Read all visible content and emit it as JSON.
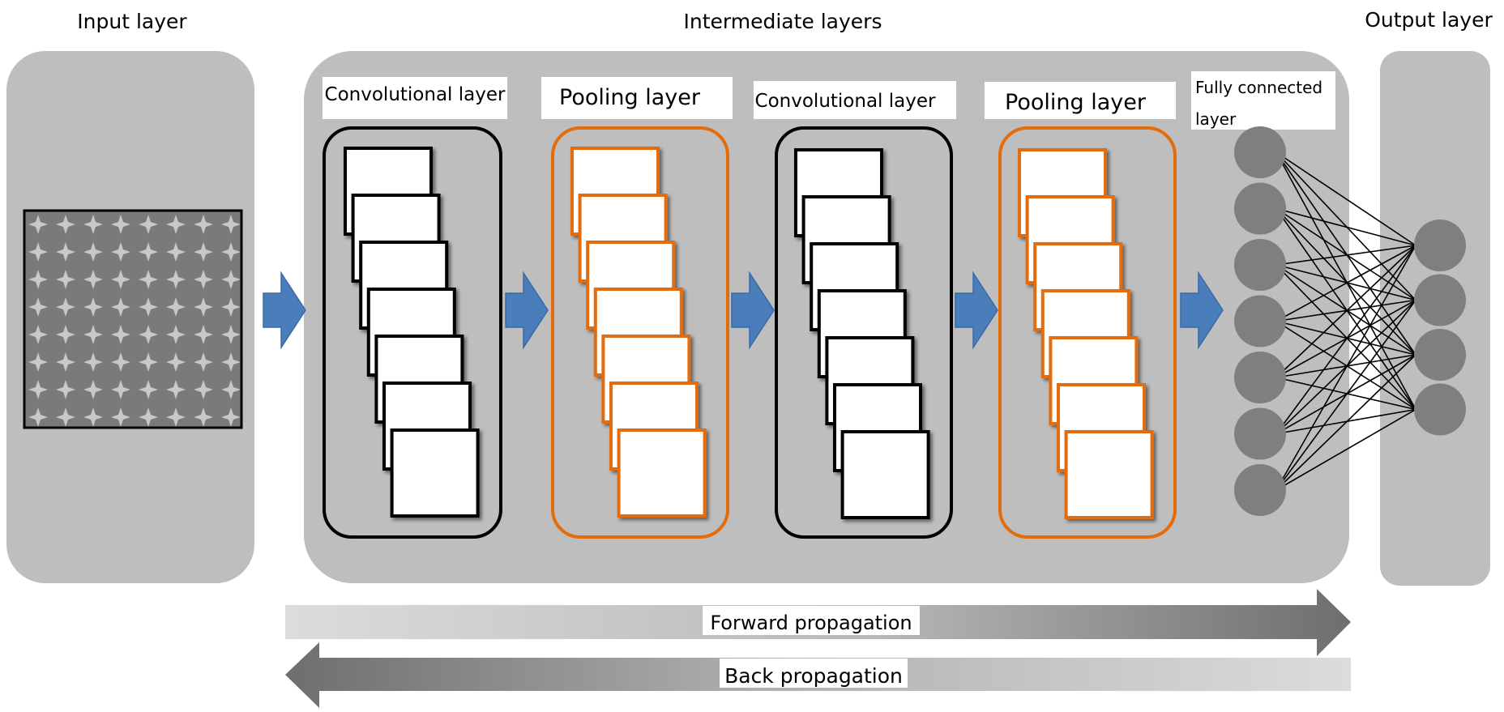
{
  "headings": {
    "input": "Input layer",
    "intermediate": "Intermediate layers",
    "output": "Output layer"
  },
  "stages": {
    "conv1": "Convolutional layer",
    "pool1": "Pooling layer",
    "conv2": "Convolutional layer",
    "pool2": "Pooling layer",
    "fc_line1": "Fully connected",
    "fc_line2": "layer"
  },
  "propagation": {
    "forward": "Forward propagation",
    "back": "Back propagation"
  },
  "colors": {
    "panel": "#bebebe",
    "conv_border": "#000000",
    "pool_border": "#e46c0a",
    "arrow_blue": "#4a7ebb",
    "node": "#7f7f7f",
    "input_image": "#7a7a7a",
    "input_pattern": "#c8c8c8"
  },
  "network": {
    "fc_nodes": 7,
    "output_nodes": 4,
    "feature_maps_per_stage": 7
  }
}
